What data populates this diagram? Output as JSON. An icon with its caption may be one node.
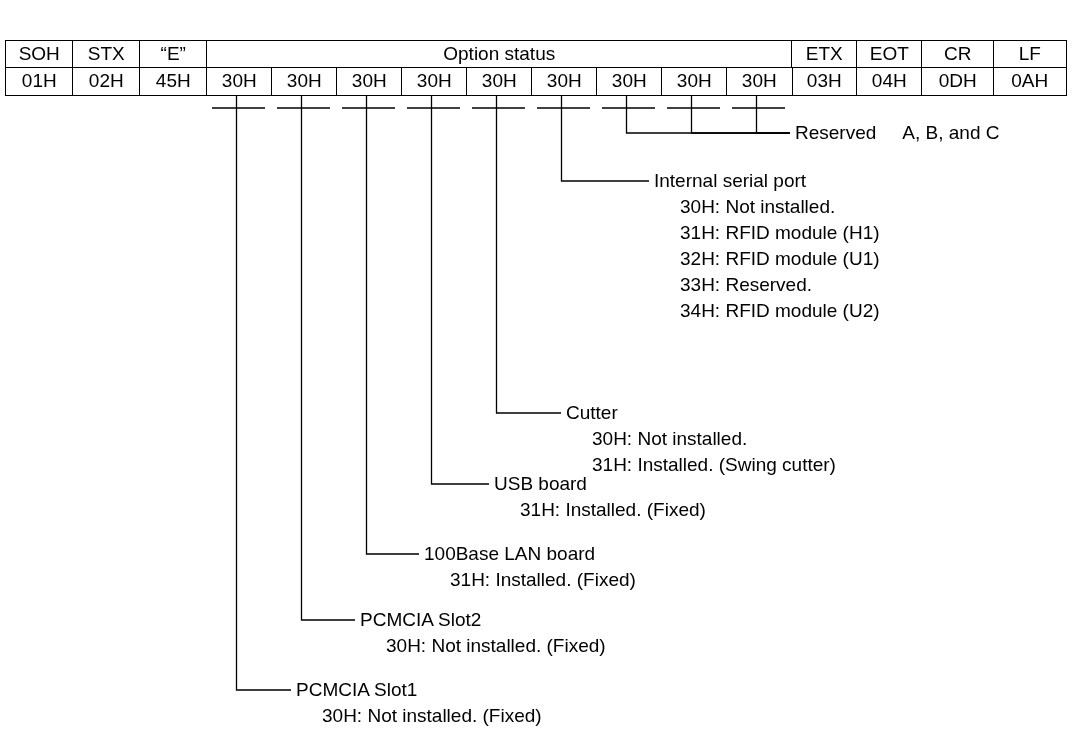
{
  "diagram": {
    "nodes": [
      {
        "text": [
          "30H"
        ]
      },
      {
        "text": [
          "30H"
        ]
      },
      {
        "text": [
          "30H"
        ]
      },
      {
        "text": [
          "30H"
        ]
      },
      {
        "text": [
          "30H"
        ]
      },
      {
        "text": [
          "30H"
        ]
      },
      {
        "text": [
          "30H"
        ]
      },
      {
        "text": [
          "30H"
        ]
      },
      {
        "text": [
          "30H"
        ]
      },
      {
        "text": [
          "Reserved",
          "A, B, and C"
        ]
      },
      {
        "text": [
          "Internal serial port",
          "30H: Not installed.",
          "31H: RFID module (H1)",
          "32H: RFID module (U1)",
          "33H: Reserved.",
          "34H: RFID module (U2)"
        ]
      },
      {
        "text": [
          "Cutter",
          "30H: Not installed.",
          "31H: Installed. (Swing cutter)"
        ]
      },
      {
        "text": [
          "USB board",
          "31H: Installed. (Fixed)"
        ]
      },
      {
        "text": [
          "100Base LAN board",
          "31H: Installed. (Fixed)"
        ]
      },
      {
        "text": [
          "PCMCIA Slot2",
          "30H: Not installed. (Fixed)"
        ]
      },
      {
        "text": [
          "PCMCIA Slot1",
          "30H: Not installed. (Fixed)"
        ]
      }
    ],
    "edges": [
      {
        "from": 9,
        "to": 6,
        "arrow": "none"
      },
      {
        "from": 9,
        "to": 7,
        "arrow": "none"
      },
      {
        "from": 9,
        "to": 8,
        "arrow": "none"
      },
      {
        "from": 10,
        "to": 5,
        "arrow": "none"
      },
      {
        "from": 11,
        "to": 4,
        "arrow": "none"
      },
      {
        "from": 12,
        "to": 3,
        "arrow": "none"
      },
      {
        "from": 13,
        "to": 2,
        "arrow": "none"
      },
      {
        "from": 14,
        "to": 1,
        "arrow": "none"
      },
      {
        "from": 15,
        "to": 0,
        "arrow": "none"
      }
    ],
    "labels": [
      "SOH",
      "STX",
      "“E”",
      "Option status",
      "ETX",
      "EOT",
      "CR",
      "LF",
      "01H",
      "02H",
      "45H",
      "03H",
      "04H",
      "0DH",
      "0AH"
    ]
  }
}
